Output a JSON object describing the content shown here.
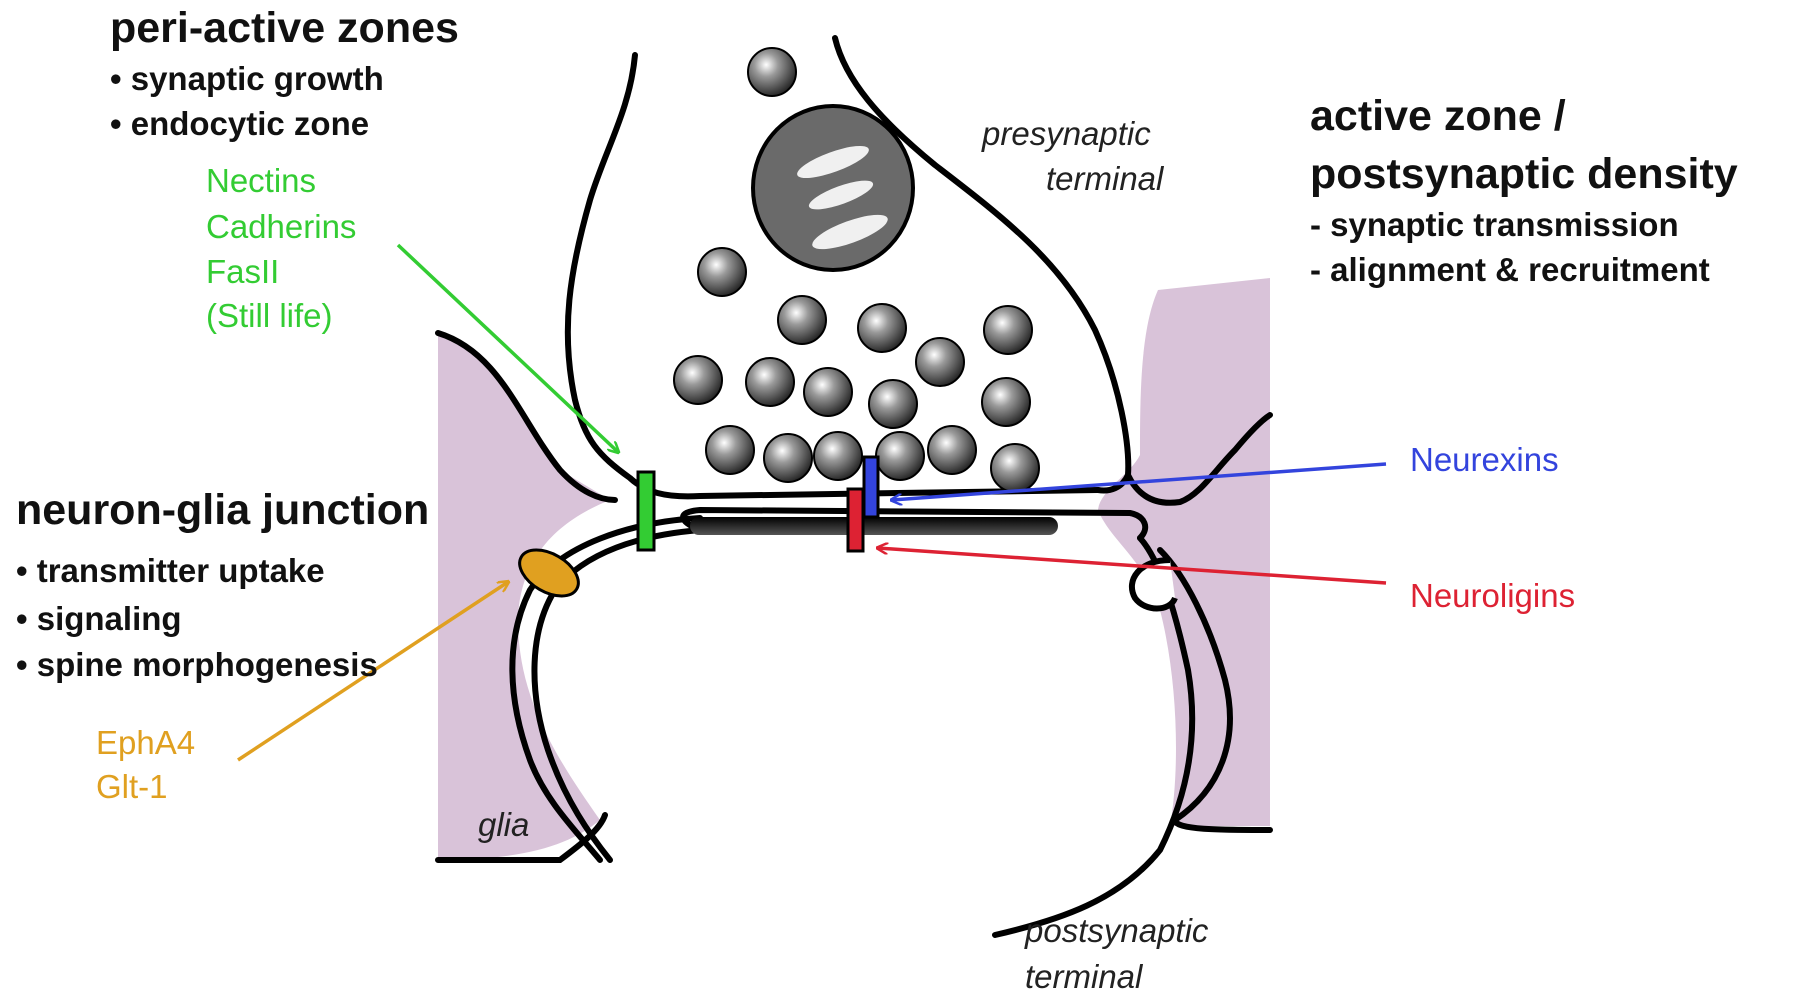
{
  "periactive": {
    "title": "peri-active zones",
    "items": [
      "• synaptic growth",
      "• endocytic zone"
    ]
  },
  "active_zone": {
    "title_line1": "active zone /",
    "title_line2": "postsynaptic density",
    "items": [
      "- synaptic transmission",
      "- alignment & recruitment"
    ]
  },
  "neuron_glia": {
    "title": "neuron-glia junction",
    "items": [
      "•  transmitter uptake",
      "• signaling",
      "• spine morphogenesis"
    ]
  },
  "labels": {
    "green": [
      "Nectins",
      "Cadherins",
      "FasII",
      "(Still life)"
    ],
    "orange": [
      "EphA4",
      "Glt-1"
    ],
    "blue": "Neurexins",
    "red": "Neuroligins",
    "presynaptic": [
      "presynaptic",
      "terminal"
    ],
    "postsynaptic": [
      "postsynaptic",
      "terminal"
    ],
    "glia": "glia"
  },
  "colors": {
    "green": "#33cc33",
    "orange": "#e0a020",
    "blue": "#3344dd",
    "red": "#dd2233",
    "glia_fill": "#d9c3d9",
    "mitochondrion": "#6a6a6a"
  }
}
